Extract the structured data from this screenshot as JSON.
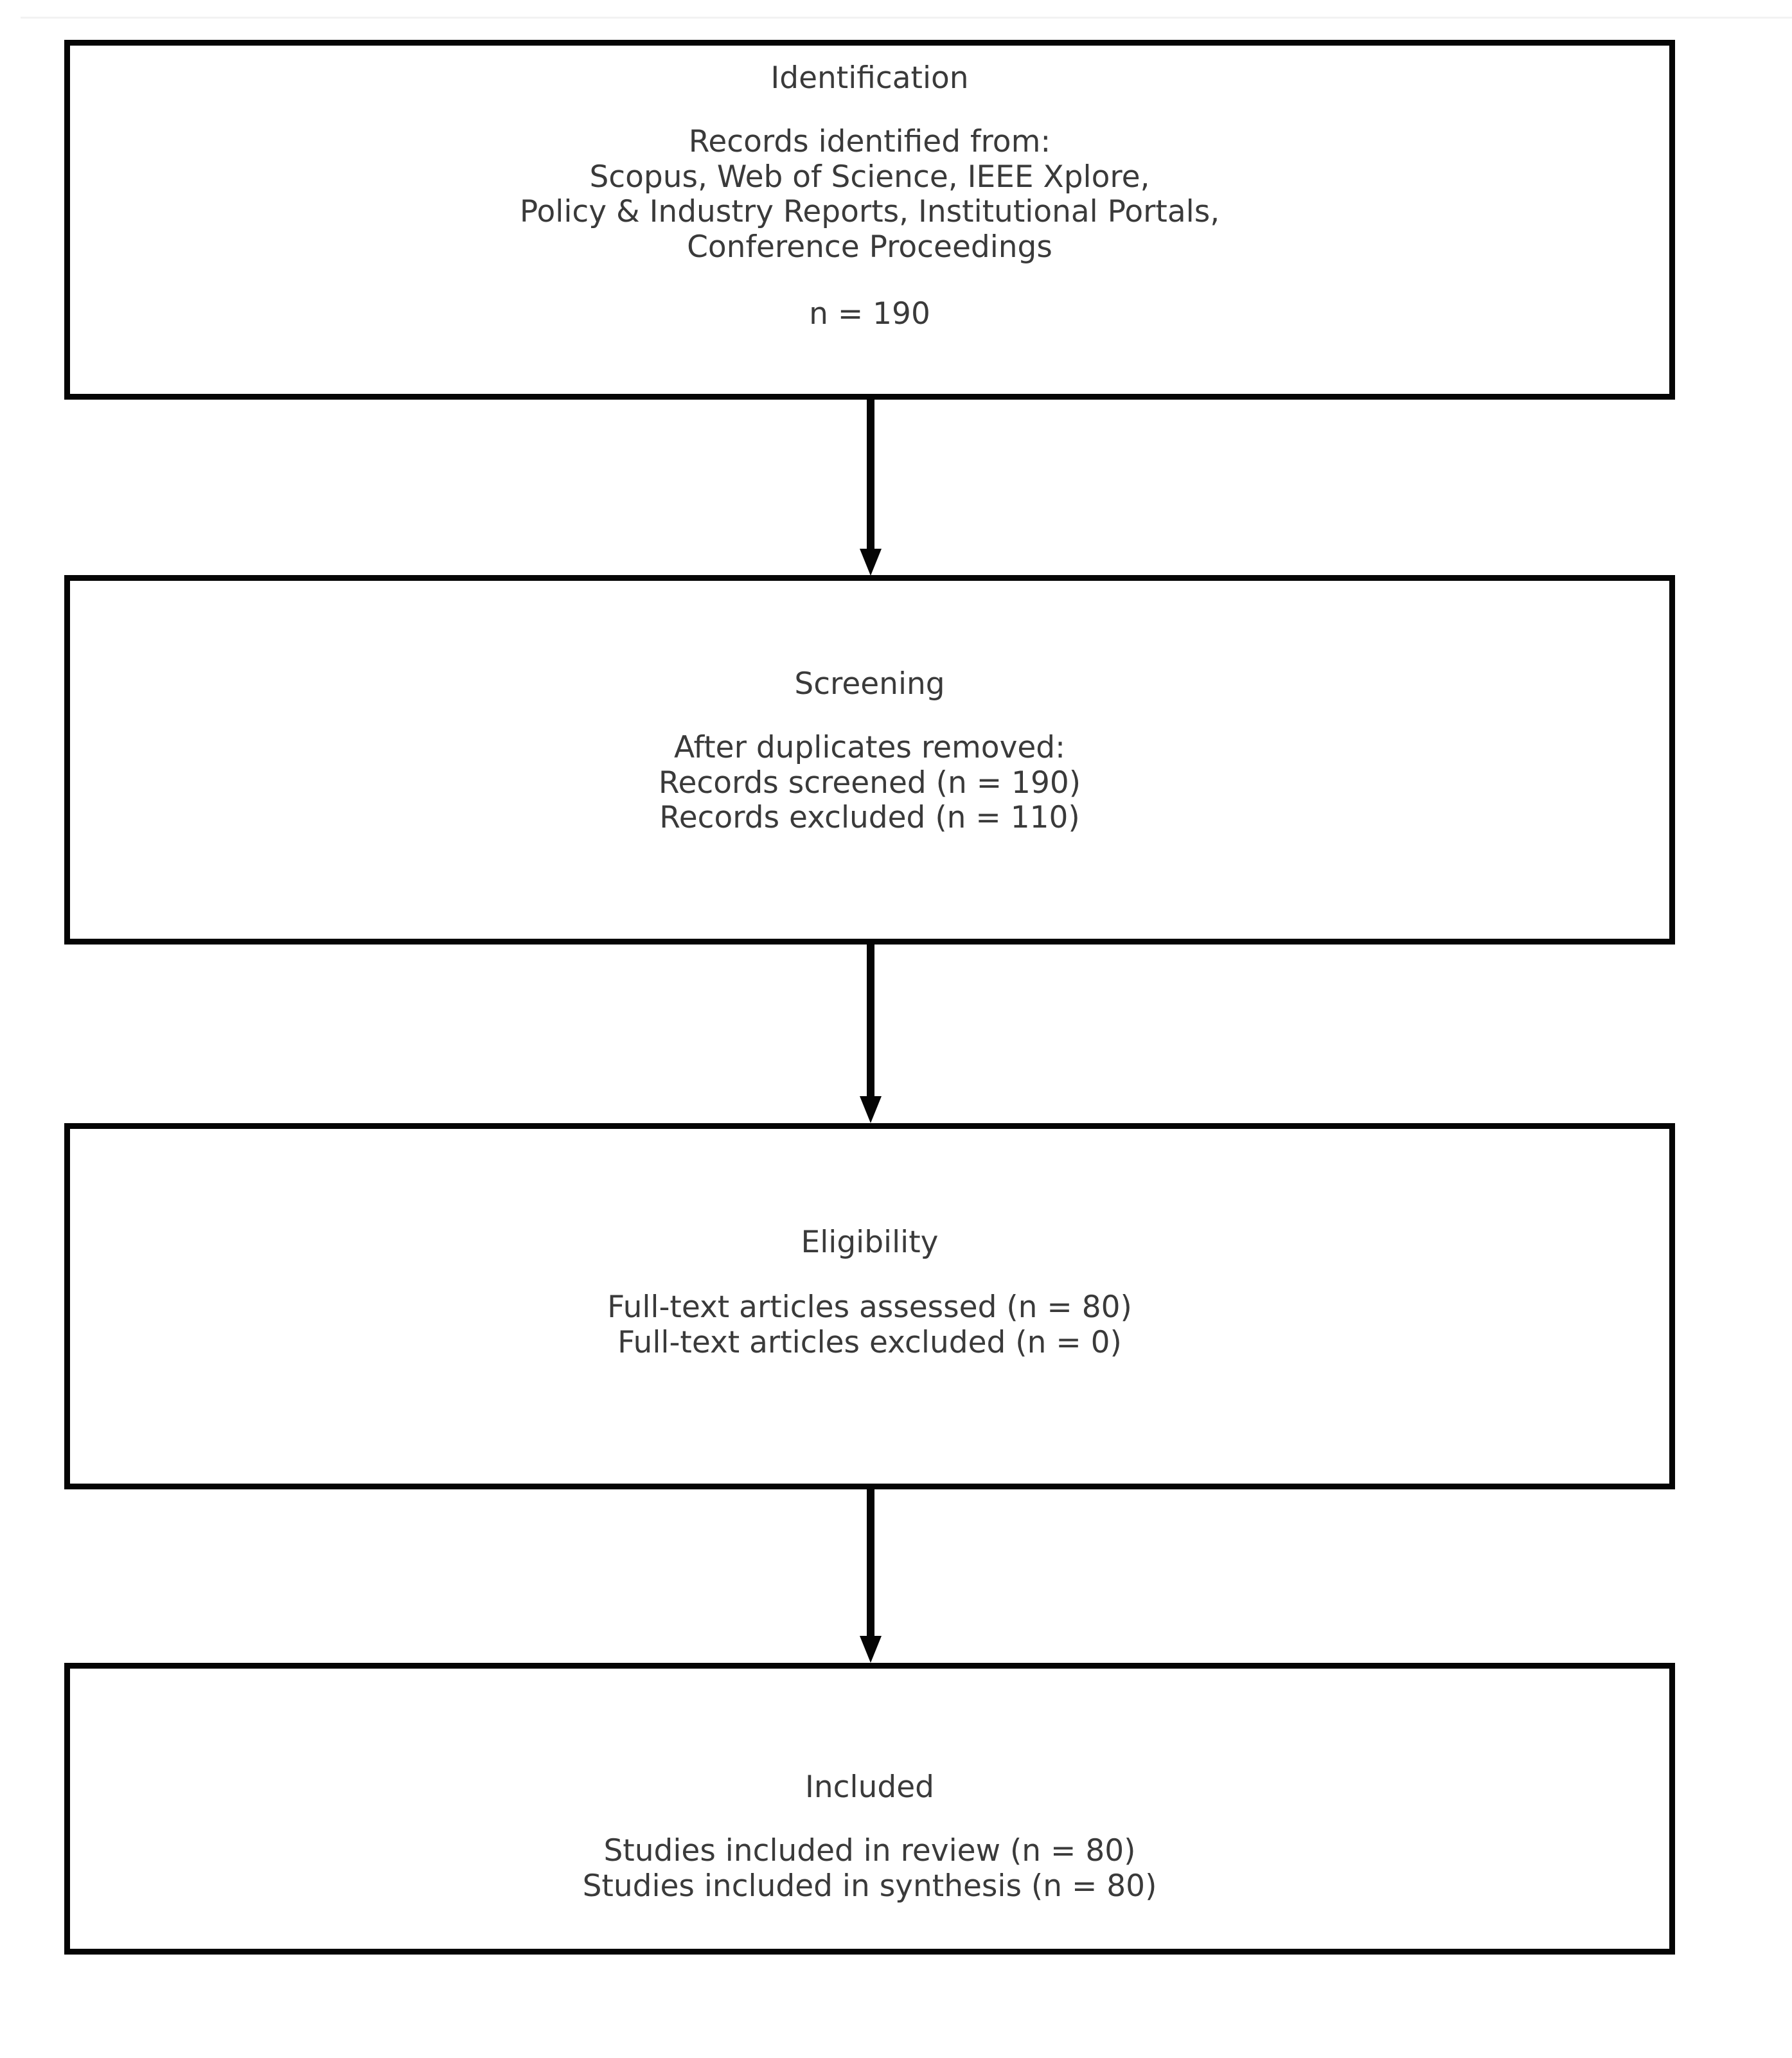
{
  "diagram": {
    "type": "prisma-flow-diagram",
    "stages": [
      {
        "id": "identification",
        "title": "Identification",
        "body_lines": [
          "Records identified from:",
          "Scopus, Web of Science, IEEE Xplore,",
          "Policy & Industry Reports, Institutional Portals,",
          "Conference Proceedings"
        ],
        "count_label": "n = 190"
      },
      {
        "id": "screening",
        "title": "Screening",
        "body_lines": [
          "After duplicates removed:",
          "Records screened (n = 190)",
          "Records excluded (n = 110)"
        ]
      },
      {
        "id": "eligibility",
        "title": "Eligibility",
        "body_lines": [
          "Full-text articles assessed (n = 80)",
          "Full-text articles excluded (n = 0)"
        ]
      },
      {
        "id": "included",
        "title": "Included",
        "body_lines": [
          "Studies included in review (n = 80)",
          "Studies included in synthesis (n = 80)"
        ]
      }
    ],
    "connectors": [
      {
        "id": "identification-to-screening",
        "direction": "down"
      },
      {
        "id": "screening-to-eligibility",
        "direction": "down"
      },
      {
        "id": "eligibility-to-included",
        "direction": "down"
      }
    ],
    "colors": {
      "box_border": "#050505",
      "box_fill": "#ffffff",
      "text": "#3a3a3a",
      "arrow": "#050505",
      "page_background": "#ffffff",
      "hairline": "#f2f2f2"
    }
  }
}
